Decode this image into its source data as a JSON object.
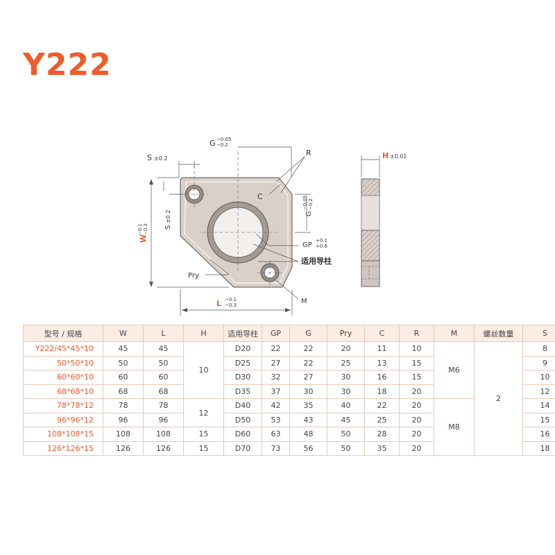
{
  "colors": {
    "accent": "#f15a2b",
    "table_border": "#e9c8ba",
    "header_bg": "#fbece4",
    "part_fill": "#d9d0c9"
  },
  "title": "Y222",
  "drawing": {
    "G": "G",
    "G_tol_upper": "−0.05",
    "G_tol_lower": "−0.2",
    "R": "R",
    "S_top": "S",
    "S_top_tol": "±0.2",
    "S_vert": "S",
    "S_vert_tol": "±0.2",
    "C": "C",
    "G_right": "G",
    "G_right_tol_upper": "−0.05",
    "G_right_tol_lower": "−0.2",
    "W": "W",
    "W_tol_upper": "−0.1",
    "W_tol_lower": "−0.3",
    "GP": "GP",
    "GP_tol_upper": "+0.1",
    "GP_tol_lower": "+0.6",
    "guide_post": "适用导柱",
    "Pry": "Pry",
    "M": "M",
    "L": "L",
    "L_tol_upper": "−0.1",
    "L_tol_lower": "−0.3",
    "H": "H",
    "H_tol": "±0.01"
  },
  "table": {
    "headers": [
      "型号 / 规格",
      "W",
      "L",
      "H",
      "适用导柱",
      "GP",
      "G",
      "Pry",
      "C",
      "R",
      "M",
      "螺丝数量",
      "S"
    ],
    "rows": [
      {
        "model": "Y222/45*45*10",
        "W": "45",
        "L": "45",
        "post": "D20",
        "GP": "22",
        "G": "22",
        "Pry": "20",
        "C": "11",
        "R": "10",
        "S": "8"
      },
      {
        "model": "50*50*10",
        "W": "50",
        "L": "50",
        "post": "D25",
        "GP": "27",
        "G": "22",
        "Pry": "25",
        "C": "13",
        "R": "15",
        "S": "9"
      },
      {
        "model": "60*60*10",
        "W": "60",
        "L": "60",
        "post": "D30",
        "GP": "32",
        "G": "27",
        "Pry": "30",
        "C": "16",
        "R": "15",
        "S": "10"
      },
      {
        "model": "68*68*10",
        "W": "68",
        "L": "68",
        "post": "D35",
        "GP": "37",
        "G": "30",
        "Pry": "30",
        "C": "18",
        "R": "20",
        "S": "12"
      },
      {
        "model": "78*78*12",
        "W": "78",
        "L": "78",
        "post": "D40",
        "GP": "42",
        "G": "35",
        "Pry": "40",
        "C": "22",
        "R": "20",
        "S": "14"
      },
      {
        "model": "96*96*12",
        "W": "96",
        "L": "96",
        "post": "D50",
        "GP": "53",
        "G": "43",
        "Pry": "45",
        "C": "25",
        "R": "20",
        "S": "15"
      },
      {
        "model": "108*108*15",
        "W": "108",
        "L": "108",
        "post": "D60",
        "GP": "63",
        "G": "48",
        "Pry": "50",
        "C": "28",
        "R": "20",
        "S": "16"
      },
      {
        "model": "126*126*15",
        "W": "126",
        "L": "126",
        "post": "D70",
        "GP": "73",
        "G": "56",
        "Pry": "50",
        "C": "35",
        "R": "20",
        "S": "18"
      }
    ],
    "H_groups": [
      "10",
      "12",
      "15",
      "15"
    ],
    "M_groups": [
      "M6",
      "M8"
    ],
    "screw_count": "2"
  }
}
